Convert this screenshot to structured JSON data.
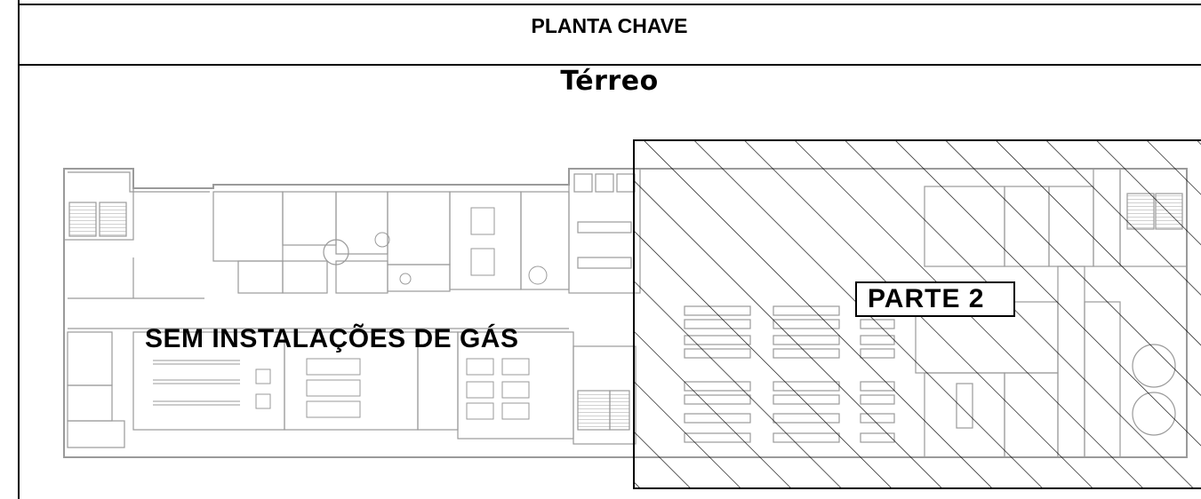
{
  "sheet": {
    "title": "PLANTA CHAVE",
    "floor_name": "Térreo"
  },
  "annotations": {
    "part_label": "PARTE 2",
    "zone_note": "SEM INSTALAÇÕES DE GÁS"
  },
  "colors": {
    "line": "#000000",
    "plan_gray": "#9a9a9a",
    "background": "#ffffff"
  }
}
